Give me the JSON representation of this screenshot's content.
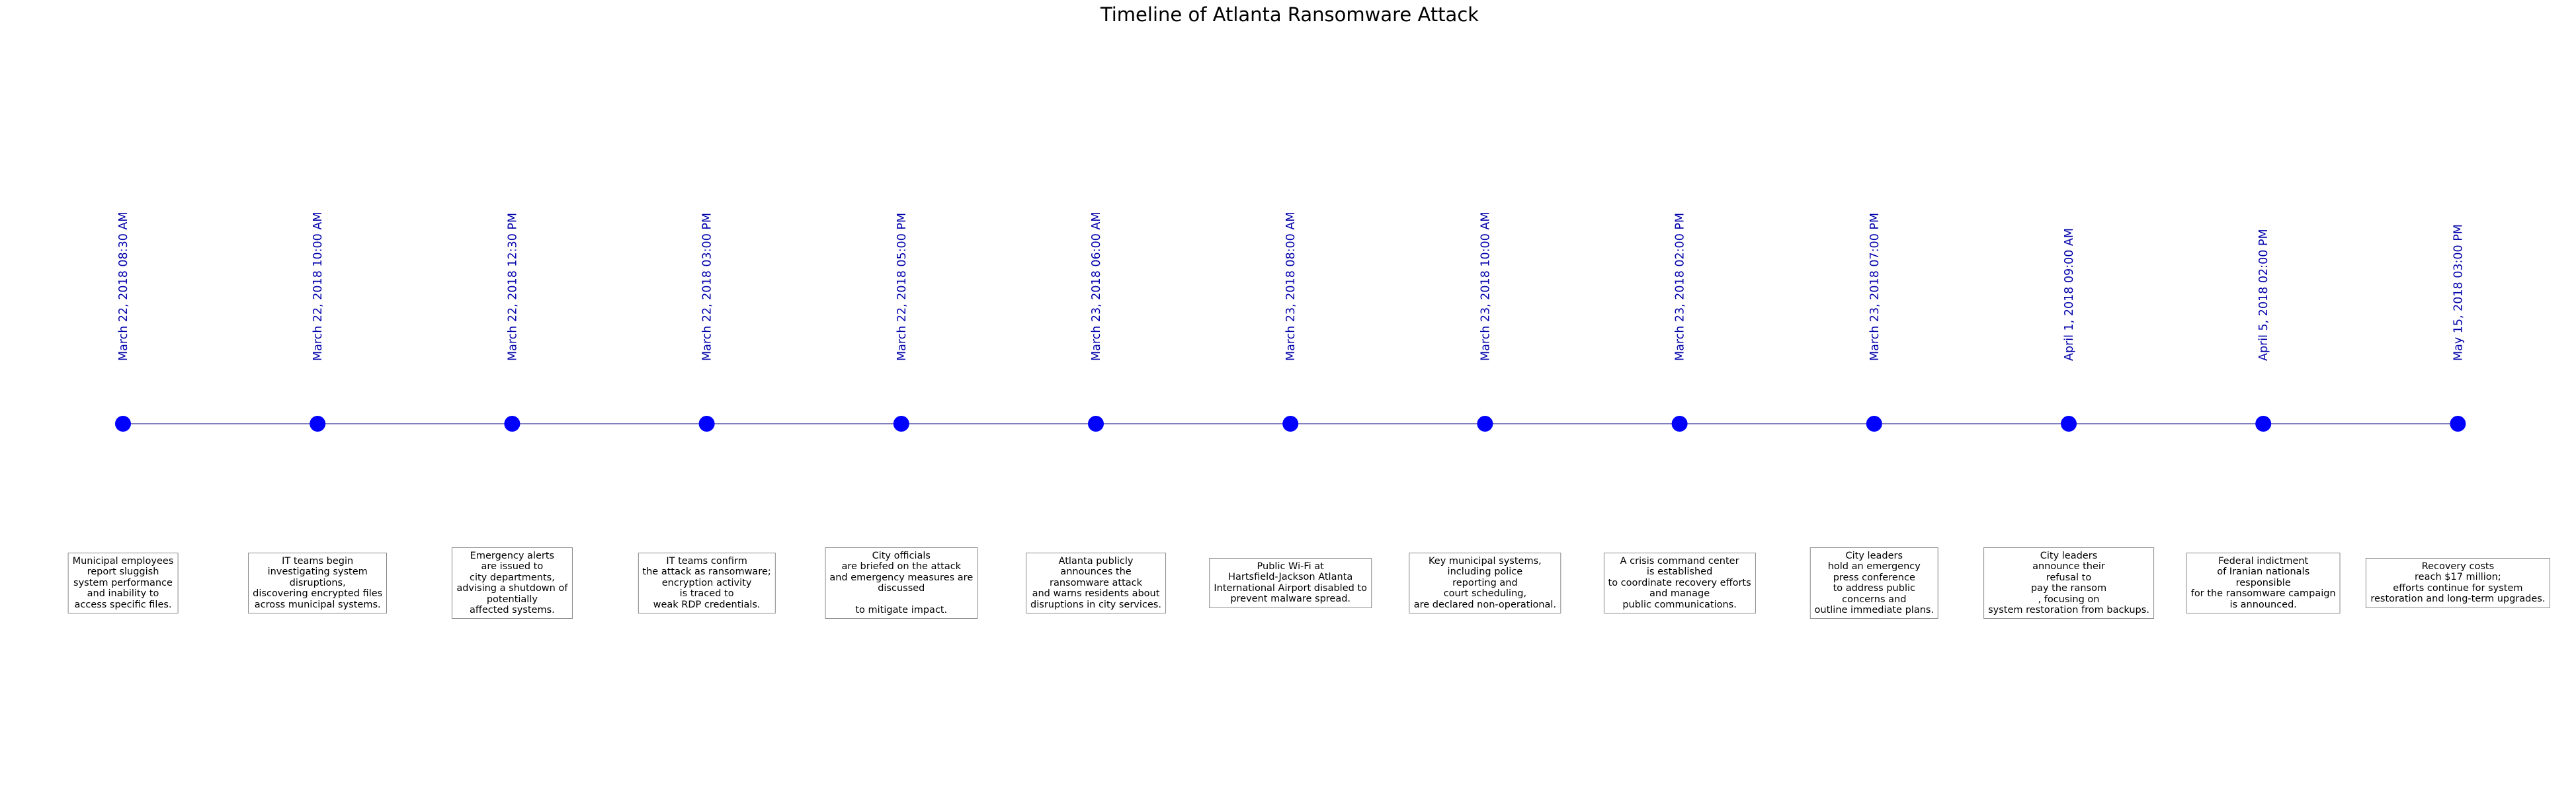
{
  "chart_data": {
    "type": "timeline",
    "title": "Timeline of Atlanta Ransomware Attack",
    "colors": {
      "marker": "#0000ff",
      "line": "#8080c0",
      "date_text": "#0000aa",
      "box_border": "#888888"
    },
    "events": [
      {
        "date": "March 22, 2018 08:30 AM",
        "description": "Municipal employees\nreport sluggish\nsystem performance\nand inability to\naccess specific files."
      },
      {
        "date": "March 22, 2018 10:00 AM",
        "description": "IT teams begin\ninvestigating system\ndisruptions,\ndiscovering encrypted files\nacross municipal systems."
      },
      {
        "date": "March 22, 2018 12:30 PM",
        "description": "Emergency alerts\nare issued to\ncity departments,\nadvising a shutdown of\npotentially\naffected systems."
      },
      {
        "date": "March 22, 2018 03:00 PM",
        "description": "IT teams confirm\nthe attack as ransomware;\nencryption activity\nis traced to\nweak RDP credentials."
      },
      {
        "date": "March 22, 2018 05:00 PM",
        "description": "City officials\nare briefed on the attack\nand emergency measures are\ndiscussed\n\nto mitigate impact."
      },
      {
        "date": "March 23, 2018 06:00 AM",
        "description": "Atlanta publicly\nannounces the\nransomware attack\nand warns residents about\ndisruptions in city services."
      },
      {
        "date": "March 23, 2018 08:00 AM",
        "description": "Public Wi-Fi at\nHartsfield-Jackson Atlanta\nInternational Airport disabled to\nprevent malware spread."
      },
      {
        "date": "March 23, 2018 10:00 AM",
        "description": "Key municipal systems,\nincluding police\nreporting and\ncourt scheduling,\nare declared non-operational."
      },
      {
        "date": "March 23, 2018 02:00 PM",
        "description": "A crisis command center\nis established\nto coordinate recovery efforts\nand manage\npublic communications."
      },
      {
        "date": "March 23, 2018 07:00 PM",
        "description": "City leaders\nhold an emergency\npress conference\nto address public\nconcerns and\noutline immediate plans."
      },
      {
        "date": "April 1, 2018 09:00 AM",
        "description": "City leaders\nannounce their\nrefusal to\npay the ransom\n, focusing on\nsystem restoration from backups."
      },
      {
        "date": "April 5, 2018 02:00 PM",
        "description": "Federal indictment\nof Iranian nationals\nresponsible\nfor the ransomware campaign\nis announced."
      },
      {
        "date": "May 15, 2018 03:00 PM",
        "description": "Recovery costs\nreach $17 million;\nefforts continue for system\nrestoration and long-term upgrades."
      }
    ]
  }
}
